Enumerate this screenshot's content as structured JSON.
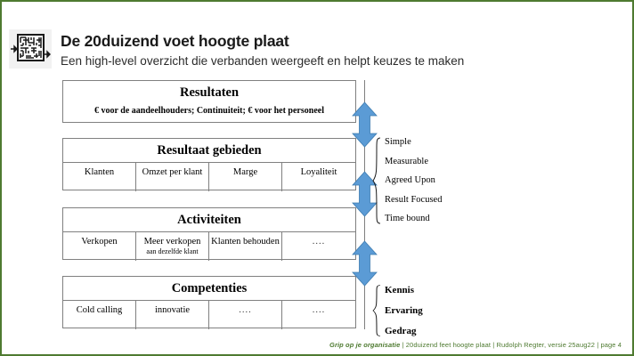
{
  "slide": {
    "border_color": "#4E7A30",
    "accent_blue": "#5B9BD5",
    "header": {
      "icon": "maze-icon",
      "title": "De 20duizend voet hoogte plaat",
      "subtitle": "Een high-level overzicht die verbanden weergeeft en helpt keuzes te maken"
    },
    "boxes": [
      {
        "id": "resultaten",
        "title": "Resultaten",
        "subtitle": "€ voor de aandeelhouders; Continuiteit; € voor het personeel",
        "cells": []
      },
      {
        "id": "resultaatgebieden",
        "title": "Resultaat gebieden",
        "subtitle": "",
        "cells": [
          {
            "line1": "Klanten",
            "line2": ""
          },
          {
            "line1": "Omzet per klant",
            "line2": ""
          },
          {
            "line1": "Marge",
            "line2": ""
          },
          {
            "line1": "Loyaliteit",
            "line2": ""
          }
        ]
      },
      {
        "id": "activiteiten",
        "title": "Activiteiten",
        "subtitle": "",
        "cells": [
          {
            "line1": "Verkopen",
            "line2": ""
          },
          {
            "line1": "Meer verkopen",
            "line2": "aan dezelfde klant"
          },
          {
            "line1": "Klanten behouden",
            "line2": ""
          },
          {
            "line1": "....",
            "line2": ""
          }
        ]
      },
      {
        "id": "competenties",
        "title": "Competenties",
        "subtitle": "",
        "cells": [
          {
            "line1": "Cold calling",
            "line2": ""
          },
          {
            "line1": "innovatie",
            "line2": ""
          },
          {
            "line1": "....",
            "line2": ""
          },
          {
            "line1": "....",
            "line2": ""
          }
        ]
      }
    ],
    "arrows": [
      {
        "id": "arrow-1",
        "name": "double-arrow-icon"
      },
      {
        "id": "arrow-2",
        "name": "double-arrow-icon"
      },
      {
        "id": "arrow-3",
        "name": "double-arrow-icon"
      }
    ],
    "annotations": {
      "smart": {
        "brace": "curly-brace-icon",
        "items": [
          "Simple",
          "Measurable",
          "Agreed Upon",
          "Result Focused",
          "Time bound"
        ]
      },
      "keg": {
        "brace": "curly-brace-icon",
        "items": [
          "Kennis",
          "Ervaring",
          "Gedrag"
        ]
      }
    },
    "footer": {
      "brand": "Grip op je organisatie",
      "rest": " | 20duizend feet hoogte plaat | Rudolph Regter, versie 25aug22 | page 4"
    }
  }
}
